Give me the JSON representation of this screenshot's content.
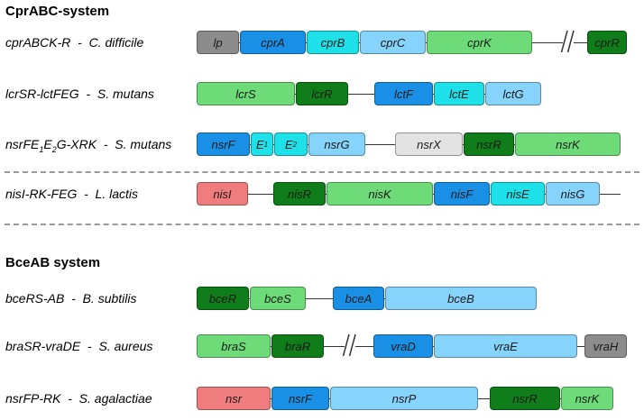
{
  "colors": {
    "gray": "#8c8c8c",
    "blue": "#1a8fe6",
    "cyan": "#1ee0e8",
    "lightblue": "#86d3fb",
    "lightgreen": "#6ddc78",
    "darkgreen": "#0f7d1a",
    "red": "#f07d7d",
    "lightgray": "#e3e3e3"
  },
  "sections": [
    {
      "title": "CprABC-system",
      "rows": [
        {
          "label": "cprABCK-R  -  C. difficile",
          "genes": [
            {
              "name": "lp",
              "color": "gray"
            },
            {
              "name": "cprA",
              "color": "blue"
            },
            {
              "name": "cprB",
              "color": "cyan"
            },
            {
              "name": "cprC",
              "color": "lightblue"
            },
            {
              "name": "cprK",
              "color": "lightgreen"
            },
            {
              "name": "cprR",
              "color": "darkgreen"
            }
          ]
        },
        {
          "label": "lcrSR-lctFEG  -  S. mutans",
          "genes": [
            {
              "name": "lcrS",
              "color": "lightgreen"
            },
            {
              "name": "lcrR",
              "color": "darkgreen"
            },
            {
              "name": "lctF",
              "color": "blue"
            },
            {
              "name": "lctE",
              "color": "cyan"
            },
            {
              "name": "lctG",
              "color": "lightblue"
            }
          ]
        },
        {
          "label": "nsrFE1E2G-XRK  -  S. mutans",
          "genes": [
            {
              "name": "nsrF",
              "color": "blue"
            },
            {
              "name": "E1",
              "color": "cyan"
            },
            {
              "name": "E2",
              "color": "cyan"
            },
            {
              "name": "nsrG",
              "color": "lightblue"
            },
            {
              "name": "nsrX",
              "color": "lightgray"
            },
            {
              "name": "nsrR",
              "color": "darkgreen"
            },
            {
              "name": "nsrK",
              "color": "lightgreen"
            }
          ]
        },
        {
          "label": "nisI-RK-FEG  -  L. lactis",
          "genes": [
            {
              "name": "nisI",
              "color": "red"
            },
            {
              "name": "nisR",
              "color": "darkgreen"
            },
            {
              "name": "nisK",
              "color": "lightgreen"
            },
            {
              "name": "nisF",
              "color": "blue"
            },
            {
              "name": "nisE",
              "color": "cyan"
            },
            {
              "name": "nisG",
              "color": "lightblue"
            }
          ]
        }
      ]
    },
    {
      "title": "BceAB system",
      "rows": [
        {
          "label": "bceRS-AB  -  B. subtilis",
          "genes": [
            {
              "name": "bceR",
              "color": "darkgreen"
            },
            {
              "name": "bceS",
              "color": "lightgreen"
            },
            {
              "name": "bceA",
              "color": "blue"
            },
            {
              "name": "bceB",
              "color": "lightblue"
            }
          ]
        },
        {
          "label": "braSR-vraDE  -  S. aureus",
          "genes": [
            {
              "name": "braS",
              "color": "lightgreen"
            },
            {
              "name": "braR",
              "color": "darkgreen"
            },
            {
              "name": "vraD",
              "color": "blue"
            },
            {
              "name": "vraE",
              "color": "lightblue"
            },
            {
              "name": "vraH",
              "color": "gray"
            }
          ]
        },
        {
          "label": "nsrFP-RK  -  S. agalactiae",
          "genes": [
            {
              "name": "nsr",
              "color": "red"
            },
            {
              "name": "nsrF",
              "color": "blue"
            },
            {
              "name": "nsrP",
              "color": "lightblue"
            },
            {
              "name": "nsrR",
              "color": "darkgreen"
            },
            {
              "name": "nsrK",
              "color": "lightgreen"
            }
          ]
        }
      ]
    }
  ]
}
